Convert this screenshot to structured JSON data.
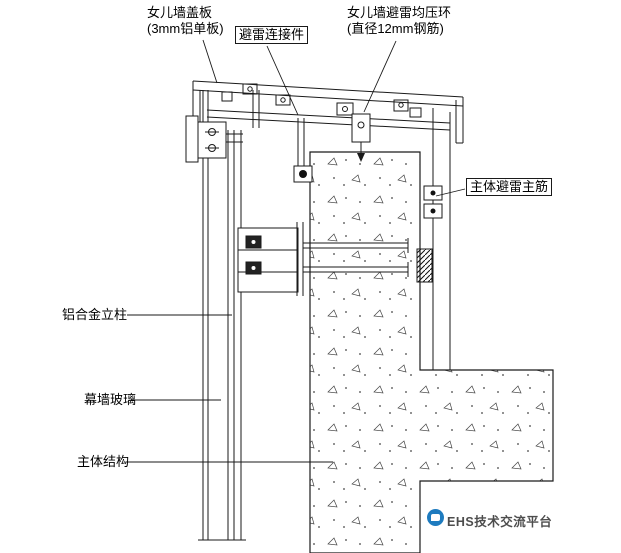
{
  "diagram": {
    "labels": {
      "parapet_cap_line1": "女儿墙盖板",
      "parapet_cap_line2": "(3mm铝单板)",
      "lightning_connector": "避雷连接件",
      "equalizing_ring_line1": "女儿墙避雷均压环",
      "equalizing_ring_line2": "(直径12mm钢筋)",
      "main_rebar": "主体避雷主筋",
      "aluminum_mullion": "铝合金立柱",
      "curtain_glass": "幕墙玻璃",
      "main_structure": "主体结构"
    },
    "footer": {
      "platform_name": "EHS技术交流平台"
    },
    "colors": {
      "line_color": "#1a1a1a",
      "logo_blue": "#1e7bbf",
      "footer_text": "#4d4d4d",
      "background": "#ffffff"
    }
  }
}
